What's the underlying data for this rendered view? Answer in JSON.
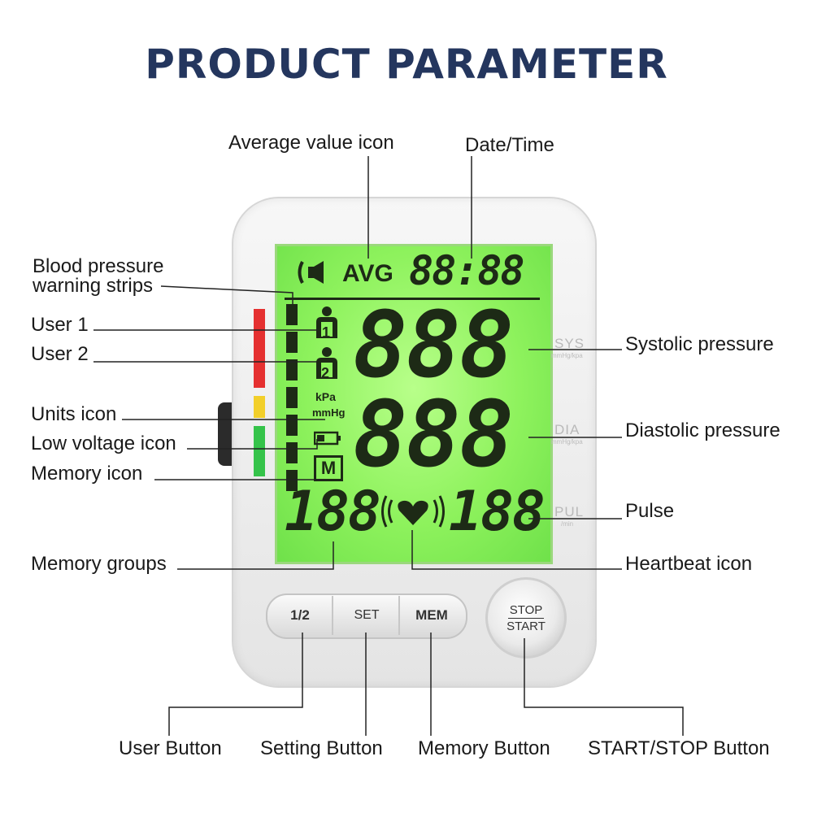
{
  "title": "PRODUCT PARAMETER",
  "labels": {
    "average_value_icon": "Average value icon",
    "date_time": "Date/Time",
    "bp_warning_strips": "Blood pressure warning strips",
    "user1": "User 1",
    "user2": "User 2",
    "units_icon": "Units icon",
    "low_voltage_icon": "Low voltage icon",
    "memory_icon": "Memory icon",
    "memory_groups": "Memory groups",
    "systolic": "Systolic pressure",
    "diastolic": "Diastolic pressure",
    "pulse": "Pulse",
    "heartbeat_icon": "Heartbeat icon",
    "user_button": "User Button",
    "setting_button": "Setting Button",
    "memory_button": "Memory Button",
    "start_stop_button": "START/STOP Button"
  },
  "display": {
    "avg": "AVG",
    "clock": "88:88",
    "sys_digits": "888",
    "dia_digits": "888",
    "mem_digits": "188",
    "pulse_digits": "188",
    "user1_num": "1",
    "user2_num": "2",
    "kpa": "kPa",
    "mmhg": "mmHg",
    "mem_letter": "M",
    "sys_tag": "SYS",
    "sys_sub": "mmHg/kpa",
    "dia_tag": "DIA",
    "dia_sub": "mmHg/kpa",
    "pul_tag": "PUL",
    "pul_sub": "/min"
  },
  "buttons": {
    "user": "1/2",
    "set": "SET",
    "mem": "MEM",
    "stop": "STOP",
    "start": "START"
  },
  "colors": {
    "title": "#24365e",
    "lcd": "#8ef25d",
    "strip_red": "#e53030",
    "strip_yellow": "#f2cf2a",
    "strip_green": "#35c34a"
  }
}
